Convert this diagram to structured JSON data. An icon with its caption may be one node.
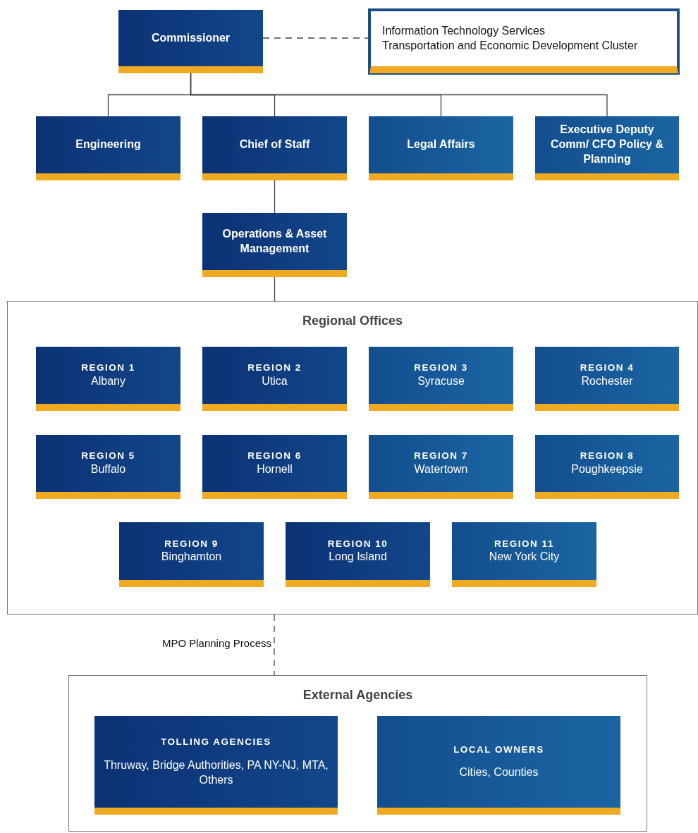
{
  "diagram": {
    "nodes": [
      {
        "text": [
          "Commissioner"
        ]
      },
      {
        "text": [
          "Information Technology Services",
          "Transportation and Economic Development Cluster"
        ]
      },
      {
        "text": [
          "Engineering"
        ]
      },
      {
        "text": [
          "Chief of Staff"
        ]
      },
      {
        "text": [
          "Legal Affairs"
        ]
      },
      {
        "text": [
          "Executive Deputy Comm/ CFO Policy & Planning"
        ]
      },
      {
        "text": [
          "Operations & Asset Management"
        ]
      },
      {
        "text": [
          "Regional Offices"
        ]
      },
      {
        "text": [
          "REGION 1",
          "Albany"
        ],
        "in": 7
      },
      {
        "text": [
          "REGION 2",
          "Utica"
        ],
        "in": 7
      },
      {
        "text": [
          "REGION 3",
          "Syracuse"
        ],
        "in": 7
      },
      {
        "text": [
          "REGION 4",
          "Rochester"
        ],
        "in": 7
      },
      {
        "text": [
          "REGION 5",
          "Buffalo"
        ],
        "in": 7
      },
      {
        "text": [
          "REGION 6",
          "Hornell"
        ],
        "in": 7
      },
      {
        "text": [
          "REGION 7",
          "Watertown"
        ],
        "in": 7
      },
      {
        "text": [
          "REGION 8",
          "Poughkeepsie"
        ],
        "in": 7
      },
      {
        "text": [
          "REGION 9",
          "Binghamton"
        ],
        "in": 7
      },
      {
        "text": [
          "REGION 10",
          "Long Island"
        ],
        "in": 7
      },
      {
        "text": [
          "REGION 11",
          "New York City"
        ],
        "in": 7
      },
      {
        "text": [
          "External Agencies"
        ]
      },
      {
        "text": [
          "TOLLING AGENCIES",
          "Thruway, Bridge Authorities, PA NY-NJ, MTA, Others"
        ],
        "in": 19
      },
      {
        "text": [
          "LOCAL OWNERS",
          "Cities, Counties"
        ],
        "in": 19
      }
    ],
    "edges": [
      {
        "from": 0,
        "to": 1,
        "arrow": "none",
        "style": "dashed"
      },
      {
        "from": 0,
        "to": 2,
        "arrow": "none"
      },
      {
        "from": 0,
        "to": 3,
        "arrow": "none"
      },
      {
        "from": 0,
        "to": 4,
        "arrow": "none"
      },
      {
        "from": 0,
        "to": 5,
        "arrow": "none"
      },
      {
        "from": 3,
        "to": 6,
        "arrow": "none"
      },
      {
        "from": 6,
        "to": 7,
        "arrow": "none"
      },
      {
        "from": 7,
        "to": 19,
        "arrow": "none",
        "style": "dashed",
        "label": "MPO Planning Process"
      }
    ]
  }
}
